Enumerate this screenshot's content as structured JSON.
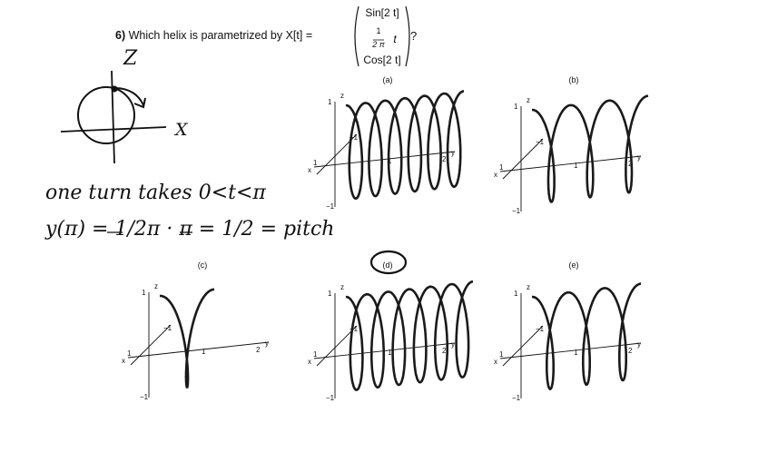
{
  "question": {
    "number": "6)",
    "text": "Which helix is parametrized by X[t] =",
    "row1": "Sin[2 t]",
    "row2_num": "1",
    "row2_den": "2 π",
    "row2_var": "t",
    "row3": "Cos[2 t]",
    "end": "?"
  },
  "panels": [
    {
      "label": "(a)",
      "ticks": {
        "z1": "1",
        "zm1": "−1",
        "x1": "1",
        "x": "x",
        "y1": "1",
        "y2": "2",
        "y": "y",
        "m1": "−1",
        "z": "z"
      }
    },
    {
      "label": "(b)",
      "ticks": {
        "z1": "1",
        "zm1": "−1",
        "x1": "1",
        "x": "x",
        "y1": "1",
        "y2": "2",
        "y": "y",
        "m1": "−1",
        "z": "z"
      }
    },
    {
      "label": "(c)",
      "ticks": {
        "z1": "1",
        "zm1": "−1",
        "x1": "1",
        "x": "x",
        "y1": "1",
        "y2": "2",
        "y": "y",
        "m1": "−1",
        "z": "z"
      }
    },
    {
      "label": "(d)",
      "ticks": {
        "z1": "1",
        "zm1": "−1",
        "x1": "1",
        "x": "x",
        "y1": "1",
        "y2": "2",
        "y": "y",
        "m1": "−1",
        "z": "z"
      }
    },
    {
      "label": "(e)",
      "ticks": {
        "z1": "1",
        "zm1": "−1",
        "x1": "1",
        "x": "x",
        "y1": "1",
        "y2": "2",
        "y": "y",
        "m1": "−1",
        "z": "z"
      }
    }
  ],
  "handwriting": {
    "sketch_z": "Z",
    "sketch_x": "X",
    "line1": "one turn takes 0<t<π",
    "line2": "y(π) = 1/2π · π = 1/2 = pitch"
  }
}
